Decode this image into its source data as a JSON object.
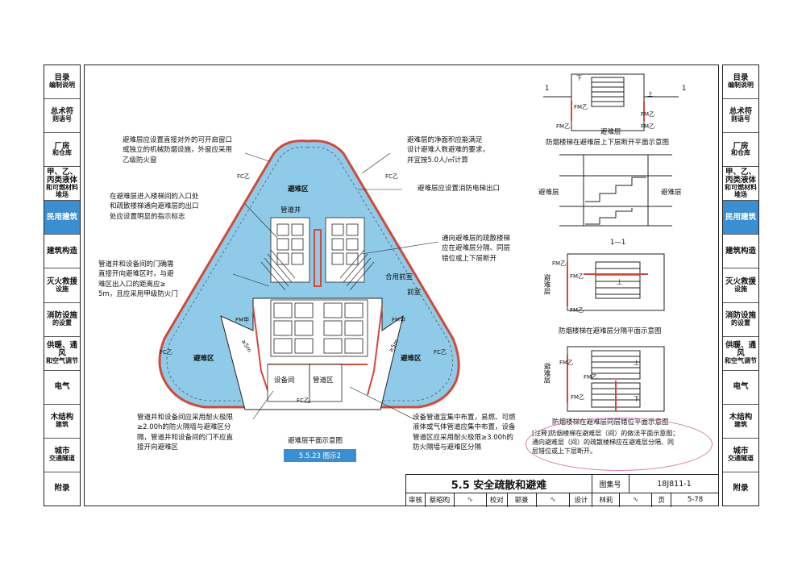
{
  "left_tabs": [
    {
      "label": "目录",
      "label2": "编制说明"
    },
    {
      "label": "总术符",
      "label2": "则语号"
    },
    {
      "label": "厂房",
      "label2": "和仓库"
    },
    {
      "label": "甲、乙、丙类液体",
      "label2": "和可燃材料堆场"
    },
    {
      "label": "民用建筑",
      "label2": ""
    },
    {
      "label": "建筑构造",
      "label2": ""
    },
    {
      "label": "灭火救援",
      "label2": "设施"
    },
    {
      "label": "消防设施",
      "label2": "的设置"
    },
    {
      "label": "供暖、通风",
      "label2": "和空气调节"
    },
    {
      "label": "电气",
      "label2": ""
    },
    {
      "label": "木结构",
      "label2": "建筑"
    },
    {
      "label": "城市",
      "label2": "交通隧道"
    },
    {
      "label": "附录",
      "label2": ""
    }
  ],
  "right_tabs": [
    {
      "label": "目录",
      "label2": "编制说明"
    },
    {
      "label": "总术符",
      "label2": "则语号"
    },
    {
      "label": "厂房",
      "label2": "和仓库"
    },
    {
      "label": "甲、乙、丙类液体",
      "label2": "和可燃材料堆场"
    },
    {
      "label": "民用建筑",
      "label2": ""
    },
    {
      "label": "建筑构造",
      "label2": ""
    },
    {
      "label": "灭火救援",
      "label2": "设施"
    },
    {
      "label": "消防设施",
      "label2": "的设置"
    },
    {
      "label": "供暖、通风",
      "label2": "和空气调节"
    },
    {
      "label": "电气",
      "label2": ""
    },
    {
      "label": "木结构",
      "label2": "建筑"
    },
    {
      "label": "城市",
      "label2": "交通隧道"
    },
    {
      "label": "附录",
      "label2": ""
    }
  ],
  "active_tab_index": 4,
  "notes": {
    "n1": "避难层应设置直接对外的可开启窗口\n或独立的机械防烟设施，外窗应采用\n乙级防火窗",
    "n2": "避难层的净面积应能满足\n设计避难人数避难的要求，\n并宜按5.0人/㎡计算",
    "n3": "避难层应设置消防电梯出口",
    "n4": "在避难层进入楼梯间的入口处\n和疏散楼梯通向避难层的出口\n处应设置明显的指示标志",
    "n5": "通向避难层的疏散楼梯\n应在避难层分隔、同层\n错位或上下层断开",
    "n6": "管道井和设备间的门确需\n直接开向避难区时，与避\n难区出入口的距离应≥\n5m，且应采用甲级防火门",
    "n7": "管道井和设备间应采用耐火极限\n≥2.00h的防火隔墙与避难区分\n隔，管道井和设备间的门不应直\n接开向避难区",
    "n8": "设备管道宜集中布置，易燃、可燃\n液体或气体管道应集中布置，设备\n管道区应采用耐火极限≥3.00h的\n防火隔墙与避难区分隔"
  },
  "plan_labels": {
    "refuge_top": "避难区",
    "refuge_left": "避难区",
    "refuge_right": "避难区",
    "pipe_shaft": "管道井",
    "combined_antechamber": "合用前室",
    "antechamber": "前室",
    "equipment_room": "设备间",
    "pipe_area": "管道区",
    "fc1": "FC乙",
    "fc2": "FC乙",
    "fc3": "FC乙",
    "fc4": "FC乙",
    "fc5": "FC乙",
    "fm1": "FM甲",
    "fm2": "FM甲",
    "dist1": "≥5m",
    "dist2": "≥5m",
    "plan_caption": "避难层平面示意图",
    "fig_tag": "5.5.23 图示2"
  },
  "right_diagrams": {
    "sec_mark_left": "1",
    "sec_mark_right": "1",
    "down": "下",
    "up": "上",
    "fm_a": "FM乙",
    "fm_b": "FM乙",
    "fm_c": "FM乙",
    "fm_d": "FM乙",
    "refuge_layer": "避难层",
    "cap1": "防烟楼梯在避难层上下层断开平面示意图",
    "sec_refuge_l": "避难层",
    "sec_refuge_r": "避难层",
    "sec_label": "1—1",
    "fm_e": "FM乙",
    "fm_f": "FM乙",
    "fm_g": "FM乙",
    "refuge_v1": "避难层",
    "up2": "上",
    "cap2": "防烟楼梯在避难层分隔平面示意图",
    "refuge_v2": "避难层",
    "fm_h": "FM乙",
    "fm_i": "FM乙",
    "fm_j": "FM乙",
    "up3": "上",
    "down3": "下",
    "cap3": "防烟楼梯在避难层同层错位平面示意图"
  },
  "note_text": "[注释]防烟楼梯在避难层（间）的做法平面示意图；\n通向避难层（间）的疏散楼梯应在避难层分隔、同\n层错位或上下层断开。",
  "title_block": {
    "section_title": "5.5  安全疏散和避难",
    "atlas_label": "图集号",
    "atlas_no": "18J811-1",
    "review": "审核",
    "reviewer": "蔡昭昀",
    "check": "校对",
    "checker": "郭景",
    "design": "设计",
    "designer": "林莉",
    "page_label": "页",
    "page_no": "5-78"
  },
  "colors": {
    "refuge_fill": "#8fcbe8",
    "wall_red": "#d04a3a",
    "tab_active": "#3b8fd0",
    "ellipse": "#d77bb5"
  }
}
